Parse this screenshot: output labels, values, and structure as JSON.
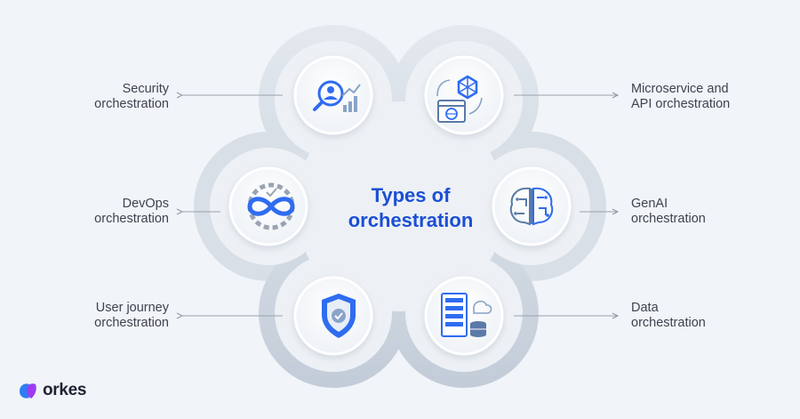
{
  "center_title": {
    "line1": "Types of",
    "line2": "orchestration"
  },
  "items": [
    {
      "id": "security",
      "line1": "Security",
      "line2": "orchestration",
      "icon": "security-analytics-icon"
    },
    {
      "id": "microservice",
      "line1": "Microservice and",
      "line2": "API orchestration",
      "icon": "microservice-api-icon"
    },
    {
      "id": "devops",
      "line1": "DevOps",
      "line2": "orchestration",
      "icon": "devops-infinity-icon"
    },
    {
      "id": "genai",
      "line1": "GenAI",
      "line2": "orchestration",
      "icon": "ai-brain-icon"
    },
    {
      "id": "user-journey",
      "line1": "User journey",
      "line2": "orchestration",
      "icon": "shield-check-icon"
    },
    {
      "id": "data",
      "line1": "Data",
      "line2": "orchestration",
      "icon": "server-database-icon"
    }
  ],
  "brand": {
    "name": "orkes",
    "accent": "#1b4fd6",
    "logo_colors": [
      "#2e7cf6",
      "#9b3df0"
    ]
  },
  "colors": {
    "background": "#f1f4f8",
    "ring": "#dde3ea",
    "ring_dark": "#c8d2dd",
    "icon_blue": "#2f6cf0"
  }
}
